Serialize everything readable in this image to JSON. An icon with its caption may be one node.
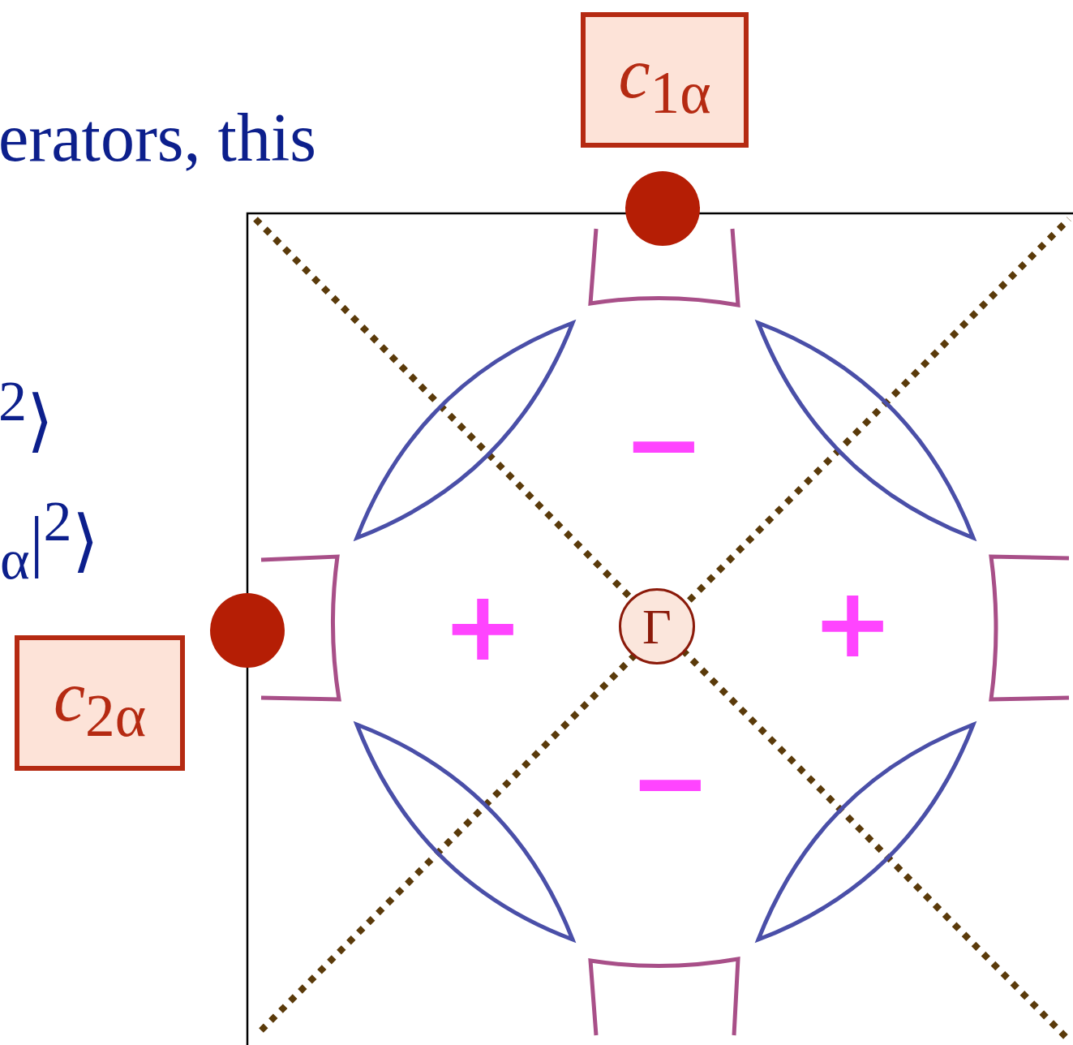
{
  "diagram": {
    "nodes": [
      {
        "text": [
          "*c*$_{1α}$"
        ]
      },
      {
        "text": [
          "Γ"
        ]
      },
      {
        "text": [
          "*c*$_{2α}$"
        ]
      }
    ],
    "labels": [
      "erators, this",
      "$^{2}$⟩",
      "$_{α}$|$^{2}$⟩",
      "−",
      "+",
      "+",
      "−"
    ]
  }
}
